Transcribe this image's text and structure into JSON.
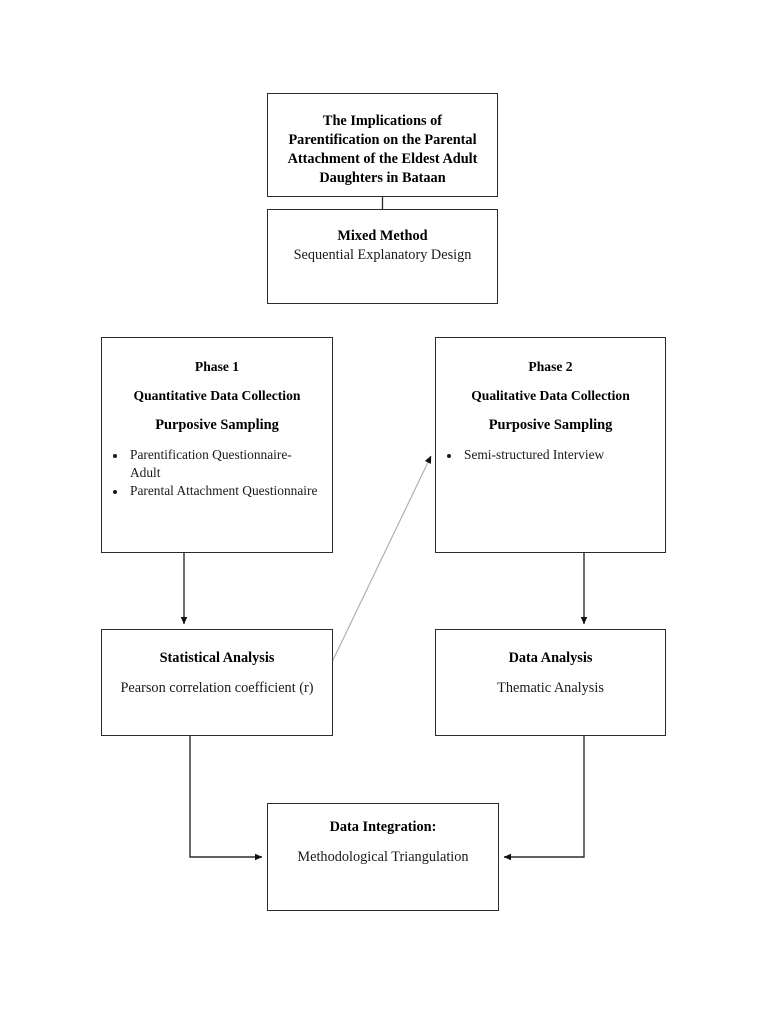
{
  "diagram": {
    "title": "The Implications of Parentification on the Parental Attachment of the Eldest Adult Daughters in Bataan",
    "type": "research-methodology-flowchart",
    "line_color": "#2b2b2b",
    "diagonal_line_color": "#b0b0b0",
    "background": "#ffffff"
  },
  "nodes": {
    "title_box": {
      "heading": "The Implications of Parentification on the Parental Attachment of the Eldest Adult Daughters in Bataan"
    },
    "method_box": {
      "heading": "Mixed Method",
      "subtitle": "Sequential Explanatory Design"
    },
    "phase1_box": {
      "phase": "Phase 1",
      "collection": "Quantitative Data Collection",
      "sampling": "Purposive Sampling",
      "items": [
        "Parentification Questionnaire- Adult",
        "Parental Attachment Questionnaire"
      ]
    },
    "phase2_box": {
      "phase": "Phase 2",
      "collection": "Qualitative Data Collection",
      "sampling": "Purposive Sampling",
      "items": [
        "Semi-structured Interview"
      ]
    },
    "statistical_box": {
      "heading": "Statistical Analysis",
      "subtitle": "Pearson correlation coefficient (r)"
    },
    "data_analysis_box": {
      "heading": "Data Analysis",
      "subtitle": "Thematic Analysis"
    },
    "integration_box": {
      "heading": "Data Integration:",
      "subtitle": "Methodological Triangulation"
    }
  },
  "connectors": [
    {
      "name": "title-to-method",
      "from": "title_box",
      "to": "method_box",
      "style": "straight-line",
      "arrowhead": false
    },
    {
      "name": "phase1-to-statistical",
      "from": "phase1_box",
      "to": "statistical_box",
      "style": "straight-line",
      "arrowhead": true
    },
    {
      "name": "phase2-to-data-analysis",
      "from": "phase2_box",
      "to": "data_analysis_box",
      "style": "straight-line",
      "arrowhead": true
    },
    {
      "name": "statistical-to-phase2",
      "from": "statistical_box",
      "to": "phase2_box",
      "style": "diagonal-line",
      "arrowhead": true
    },
    {
      "name": "statistical-to-integration",
      "from": "statistical_box",
      "to": "integration_box",
      "style": "elbow",
      "arrowhead": true
    },
    {
      "name": "data-analysis-to-integration",
      "from": "data_analysis_box",
      "to": "integration_box",
      "style": "elbow",
      "arrowhead": true
    }
  ]
}
